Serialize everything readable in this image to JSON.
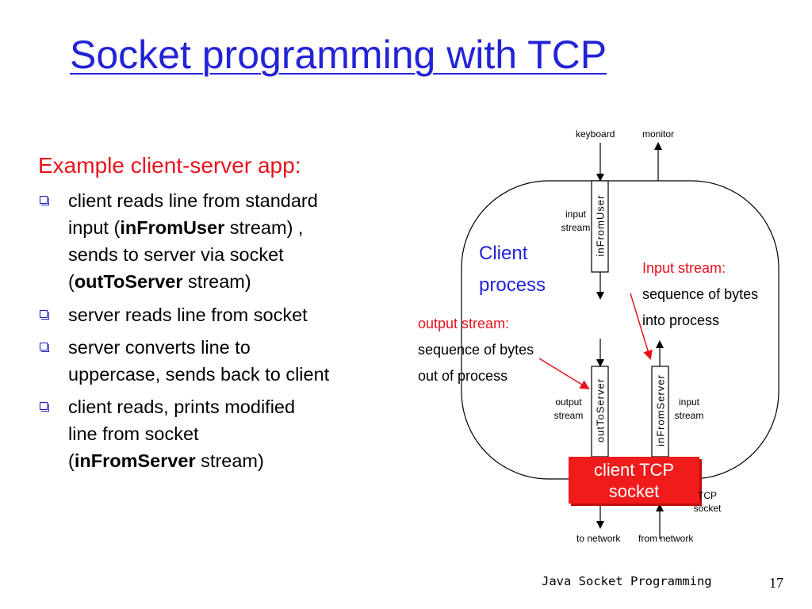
{
  "title": "Socket programming with TCP",
  "heading": "Example client-server app:",
  "bullets": {
    "b1": {
      "l1": "client reads line from standard",
      "l2a": "input (",
      "l2b": "inFromUser",
      "l2c": " stream) ,",
      "l3": "sends to server via socket",
      "l4a": "(",
      "l4b": "outToServer",
      "l4c": " stream)"
    },
    "b2": {
      "l1": "server reads line from socket"
    },
    "b3": {
      "l1": "server converts line to",
      "l2": "uppercase, sends back to client"
    },
    "b4": {
      "l1": "client reads, prints  modified",
      "l2": "line from socket",
      "l3a": "(",
      "l3b": "inFromServer",
      "l3c": " stream)"
    }
  },
  "diagram": {
    "keyboard": "keyboard",
    "monitor": "monitor",
    "input_stream_top_1": "input",
    "input_stream_top_2": "stream",
    "inFromUser": "inFromUser",
    "client_process_1": "Client",
    "client_process_2": "process",
    "input_stream_note_title": "Input stream:",
    "input_stream_note_1": "sequence of bytes",
    "input_stream_note_2": "into process",
    "output_stream_note_title": "output stream:",
    "output_stream_note_1": "sequence of bytes",
    "output_stream_note_2": "out of process",
    "output_stream_1": "output",
    "output_stream_2": "stream",
    "outToServer": "outToServer",
    "inFromServer": "inFromServer",
    "input_stream_bottom_1": "input",
    "input_stream_bottom_2": "stream",
    "client_tcp_socket_1": "client TCP",
    "client_tcp_socket_2": "socket",
    "tcp_socket_1": "TCP",
    "tcp_socket_2": "socket",
    "to_network": "to network",
    "from_network": "from network"
  },
  "footer": {
    "text": "Java Socket Programming",
    "page": "17"
  },
  "colors": {
    "title": "#2323d6",
    "accent_red": "#e8121d",
    "socket_box": "#f01b1b"
  }
}
